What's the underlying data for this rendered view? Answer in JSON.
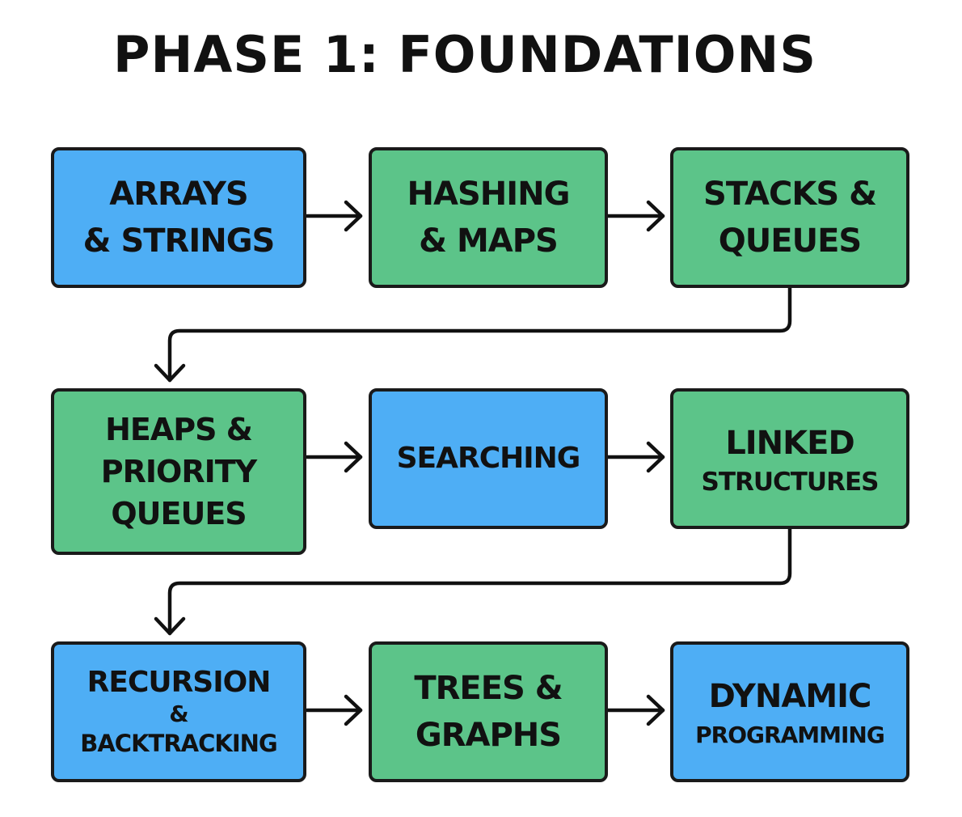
{
  "title": "PHASE 1: FOUNDATIONS",
  "colors": {
    "blue": "#4eaef5",
    "green": "#5cc489",
    "border": "#1a1a1a",
    "arrow": "#111111"
  },
  "nodes": [
    {
      "lines": [
        "ARRAYS",
        "& STRINGS"
      ],
      "color": "blue"
    },
    {
      "lines": [
        "HASHING",
        "& MAPS"
      ],
      "color": "green"
    },
    {
      "lines": [
        "STACKS &",
        "QUEUES"
      ],
      "color": "green"
    },
    {
      "lines": [
        "HEAPS &",
        "PRIORITY",
        "QUEUES"
      ],
      "color": "green"
    },
    {
      "lines": [
        "SEARCHING"
      ],
      "color": "blue"
    },
    {
      "lines": [
        "LINKED",
        "STRUCTURES"
      ],
      "color": "green"
    },
    {
      "lines": [
        "RECURSION",
        "&",
        "BACKTRACKING"
      ],
      "color": "blue"
    },
    {
      "lines": [
        "TREES &",
        "GRAPHS"
      ],
      "color": "green"
    },
    {
      "lines": [
        "DYNAMIC",
        "PROGRAMMING"
      ],
      "color": "blue"
    }
  ]
}
